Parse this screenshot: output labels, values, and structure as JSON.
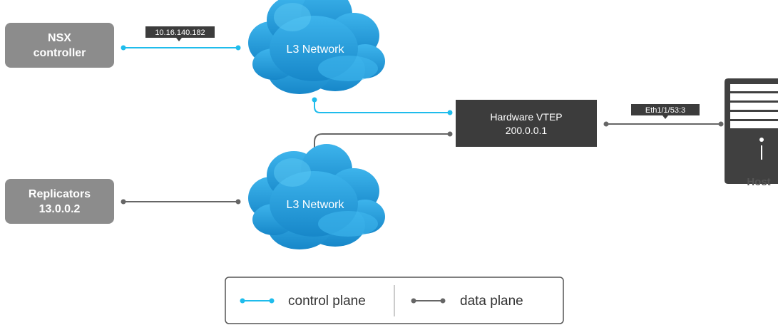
{
  "nodes": {
    "nsx_controller": {
      "line1": "NSX",
      "line2": "controller"
    },
    "replicators": {
      "line1": "Replicators",
      "line2": "13.0.0.2"
    },
    "cloud_top": {
      "label": "L3 Network"
    },
    "cloud_bottom": {
      "label": "L3 Network"
    },
    "hardware_vtep": {
      "line1": "Hardware VTEP",
      "line2": "200.0.0.1"
    },
    "host": {
      "label": "Host"
    }
  },
  "links": {
    "nsx_ip": "10.16.140.182",
    "eth_port": "Eth1/1/53:3"
  },
  "legend": {
    "control_plane": "control plane",
    "data_plane": "data plane"
  },
  "colors": {
    "node_gray": "#8c8c8c",
    "dark_box": "#3c3c3c",
    "cloud_dark": "#1e8ed1",
    "cloud_light": "#3fb7ee",
    "control_line": "#1fbcec",
    "data_line": "#666666"
  }
}
